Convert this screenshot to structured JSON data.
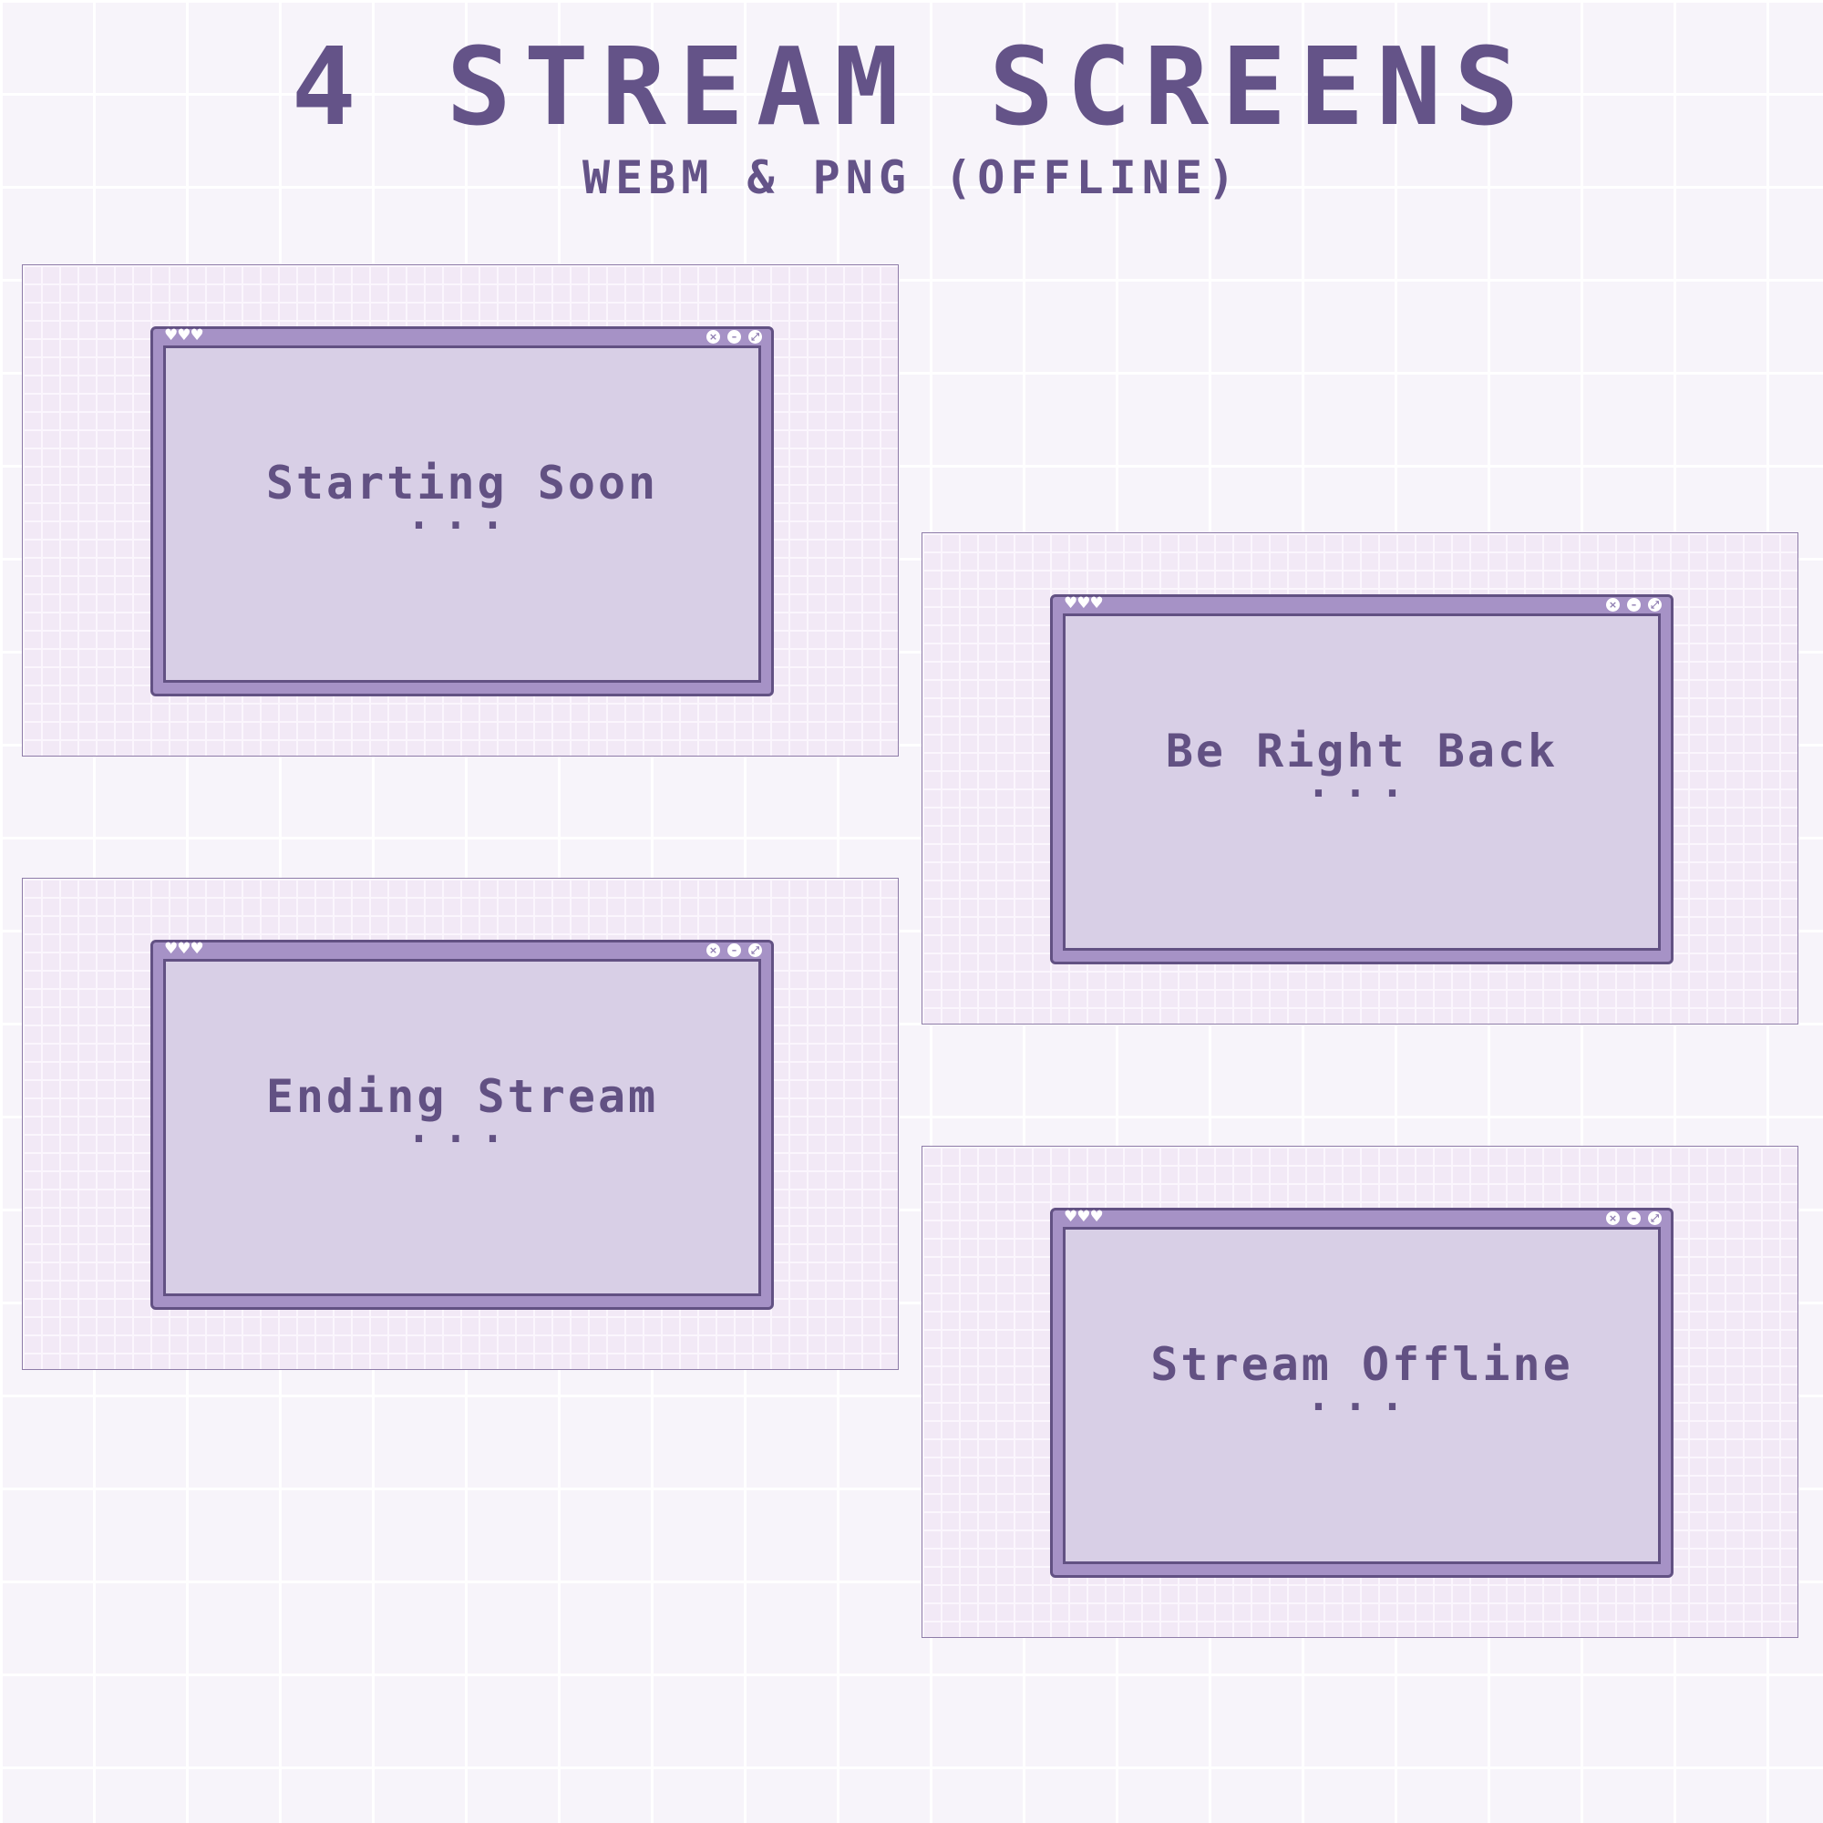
{
  "header": {
    "title": "4 STREAM SCREENS",
    "subtitle": "WEBM & PNG (OFFLINE)"
  },
  "window_chrome": {
    "hearts": "♥♥♥",
    "close_glyph": "×",
    "minimize_glyph": "–",
    "expand_glyph": "⤢"
  },
  "screens": [
    {
      "label": "Starting Soon",
      "dots": "..."
    },
    {
      "label": "Be Right Back",
      "dots": "..."
    },
    {
      "label": "Ending Stream",
      "dots": "..."
    },
    {
      "label": "Stream Offline",
      "dots": "..."
    }
  ],
  "colors": {
    "text": "#645388",
    "window_frame": "#a692c6",
    "window_content": "#d8cfe6",
    "screen_background": "#f2e9f6",
    "page_background": "#f7f4fa"
  }
}
